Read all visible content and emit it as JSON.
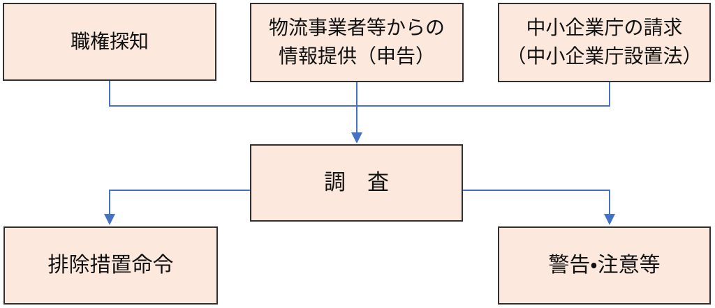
{
  "colors": {
    "box_fill": "#fce8dd",
    "box_border": "#303030",
    "connector_blue": "#4472c4",
    "background": "#ffffff"
  },
  "boxes": {
    "top_left": {
      "label": "職権探知"
    },
    "top_center": {
      "label": "物流事業者等からの\n情報提供（申告）"
    },
    "top_right": {
      "label": "中小企業庁の請求\n（中小企業庁設置法）"
    },
    "center": {
      "label": "調　査"
    },
    "bottom_left": {
      "label": "排除措置命令"
    },
    "bottom_right": {
      "label": "警告・注意等"
    }
  }
}
